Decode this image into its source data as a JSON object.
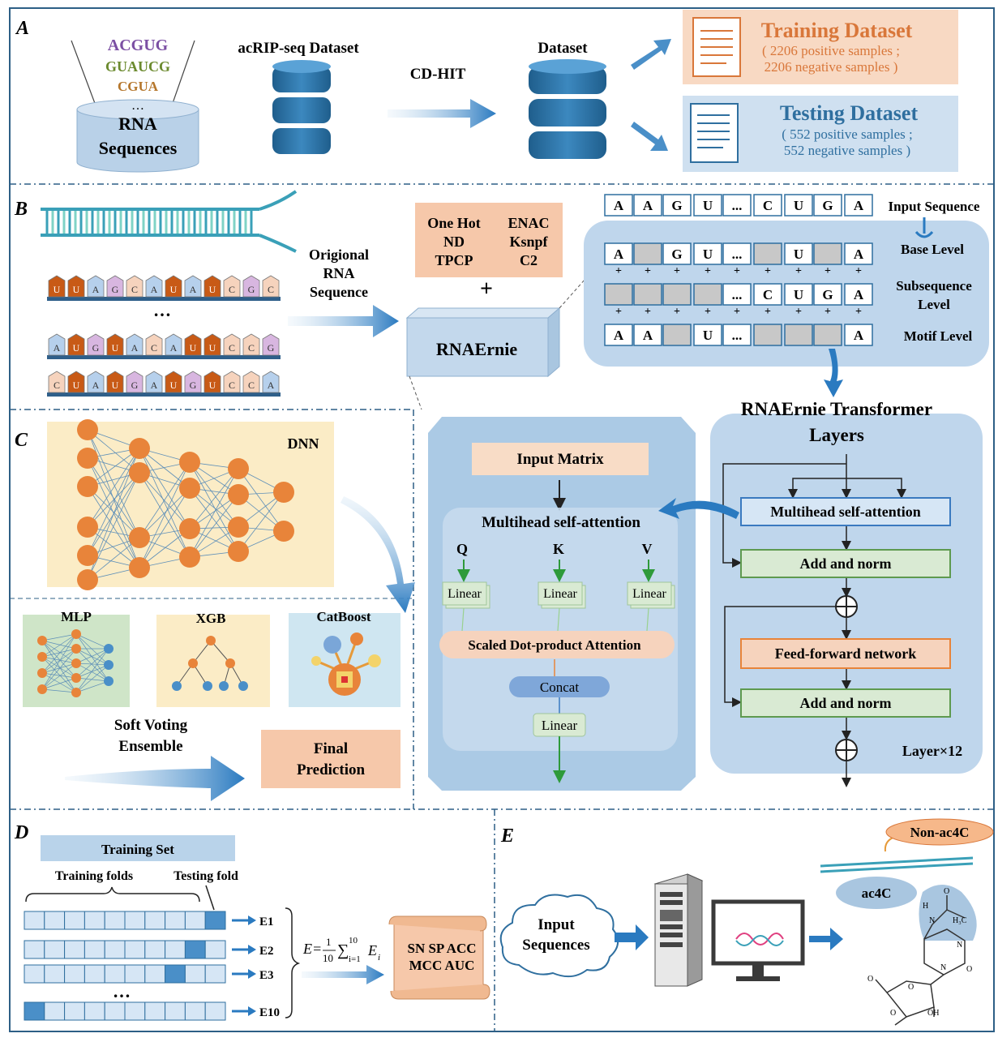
{
  "panels": {
    "a": "A",
    "b": "B",
    "c": "C",
    "d": "D",
    "e": "E"
  },
  "a": {
    "motif_lines": [
      "ACGUG",
      "GUAUCG",
      "CGUA"
    ],
    "ellipsis": "…",
    "rna_line1": "RNA",
    "rna_line2": "Sequences",
    "acrip_label": "acRIP-seq Dataset",
    "cdhit_label": "CD-HIT",
    "dataset_label": "Dataset",
    "train_title": "Training Dataset",
    "train_line1": "( 2206 positive samples ;",
    "train_line2": "2206 negative samples )",
    "test_title": "Testing Dataset",
    "test_line1": "( 552 positive samples ;",
    "test_line2": "552 negative samples )"
  },
  "b": {
    "row1": [
      "U",
      "U",
      "A",
      "G",
      "C",
      "A",
      "U",
      "A",
      "U",
      "C",
      "G",
      "C"
    ],
    "row2": [
      "A",
      "U",
      "G",
      "U",
      "A",
      "C",
      "A",
      "U",
      "U",
      "C",
      "C",
      "G"
    ],
    "row3": [
      "C",
      "U",
      "A",
      "U",
      "G",
      "A",
      "U",
      "G",
      "U",
      "C",
      "C",
      "A"
    ],
    "dots": "…",
    "orig_line1": "Origional",
    "orig_line2": "RNA",
    "orig_line3": "Sequence",
    "feat_col1": [
      "One Hot",
      "ND",
      "TPCP"
    ],
    "feat_col2": [
      "ENAC",
      "Ksnpf",
      "C2"
    ],
    "plus": "+",
    "rnaernie": "RNAErnie",
    "input_seq": [
      "A",
      "A",
      "G",
      "U",
      "...",
      "C",
      "U",
      "G",
      "A"
    ],
    "input_label": "Input Sequence",
    "base_row": [
      "A",
      "",
      "G",
      "U",
      "...",
      "",
      "U",
      "",
      "A"
    ],
    "sub_row": [
      "",
      "",
      "",
      "",
      "...",
      "C",
      "U",
      "G",
      "A"
    ],
    "motif_row": [
      "A",
      "A",
      "",
      "U",
      "...",
      "",
      "",
      "",
      "A"
    ],
    "base_label": "Base Level",
    "sub_label1": "Subsequence",
    "sub_label2": "Level",
    "motif_label": "Motif  Level",
    "plus_sign": "+"
  },
  "c": {
    "dnn_label": "DNN",
    "mlp": "MLP",
    "xgb": "XGB",
    "catboost": "CatBoost",
    "soft1": "Soft Voting",
    "soft2": "Ensemble",
    "final1": "Final",
    "final2": "Prediction",
    "input_matrix": "Input Matrix",
    "mhsa": "Multihead self-attention",
    "q": "Q",
    "k": "K",
    "v": "V",
    "linear": "Linear",
    "sdpa": "Scaled Dot-product Attention",
    "concat": "Concat",
    "transformer_title1": "RNAErnie Transformer",
    "transformer_title2": "Layers",
    "t_mhsa": "Multihead self-attention",
    "add_norm": "Add and norm",
    "ffn": "Feed-forward network",
    "layer_count": "Layer×12"
  },
  "d": {
    "training_set": "Training Set",
    "training_folds": "Training folds",
    "testing_fold": "Testing fold",
    "e_labels": [
      "E1",
      "E2",
      "E3",
      "E10"
    ],
    "test_fold_index": [
      9,
      8,
      7,
      0
    ],
    "dots": "…",
    "formula": "E=(1/10)Σ E_i",
    "metrics1": "SN  SP  ACC",
    "metrics2": "MCC   AUC"
  },
  "e": {
    "input1": "Input",
    "input2": "Sequences",
    "non_ac4c": "Non-ac4C",
    "ac4c": "ac4C"
  },
  "colors": {
    "blue_dark": "#2f6f9f",
    "blue_light": "#cfe0f0",
    "orange": "#e8843a",
    "peach": "#f6d3bd",
    "green": "#d9ead3",
    "arrow": "#2f7fc0"
  }
}
